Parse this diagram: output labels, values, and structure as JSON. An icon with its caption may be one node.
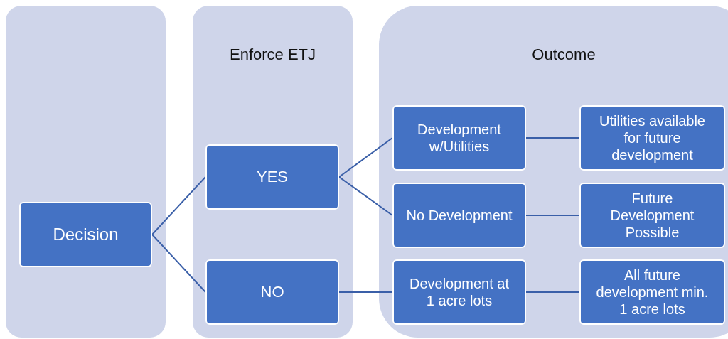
{
  "diagram": {
    "nodes": [
      {
        "text": [],
        "shape": "box"
      },
      {
        "text": [
          "Decision"
        ],
        "in": 0
      },
      {
        "text": [
          "Enforce ETJ"
        ]
      },
      {
        "text": [
          "YES"
        ],
        "in": 2
      },
      {
        "text": [
          "NO"
        ],
        "in": 2
      },
      {
        "text": [
          "Outcome"
        ]
      },
      {
        "text": [
          "Development w/Utilities"
        ],
        "in": 5
      },
      {
        "text": [
          "Utilities available for future development"
        ],
        "in": 5
      },
      {
        "text": [
          "No Development"
        ],
        "in": 5
      },
      {
        "text": [
          "Future Development Possible"
        ],
        "in": 5
      },
      {
        "text": [
          "Development at 1 acre lots"
        ],
        "in": 5
      },
      {
        "text": [
          "All future development min. 1 acre lots"
        ],
        "in": 5
      }
    ],
    "edges": [
      {
        "from": 1,
        "to": 3,
        "arrow": "none"
      },
      {
        "from": 1,
        "to": 4,
        "arrow": "none"
      },
      {
        "from": 3,
        "to": 6,
        "arrow": "none"
      },
      {
        "from": 3,
        "to": 8,
        "arrow": "none"
      },
      {
        "from": 4,
        "to": 10,
        "arrow": "none"
      },
      {
        "from": 6,
        "to": 7,
        "arrow": "none"
      },
      {
        "from": 8,
        "to": 9,
        "arrow": "none"
      },
      {
        "from": 10,
        "to": 11,
        "arrow": "none"
      }
    ]
  }
}
